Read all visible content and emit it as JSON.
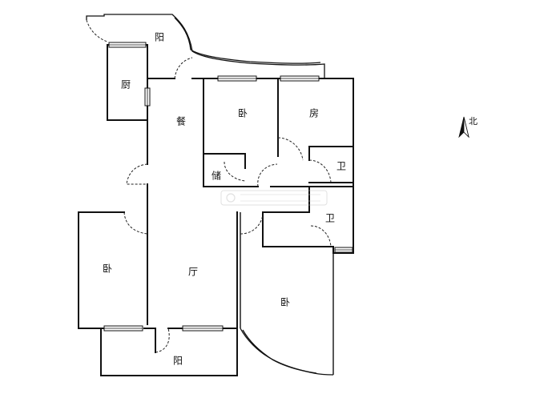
{
  "rooms": {
    "balcony_top": "阳",
    "kitchen": "厨",
    "dining": "餐",
    "bedroom_north": "卧",
    "study": "房",
    "storage": "储",
    "bath_1": "卫",
    "bath_2": "卫",
    "bedroom_west": "卧",
    "living": "厅",
    "bedroom_east": "卧",
    "balcony_bottom": "阳"
  },
  "compass": {
    "label": "北"
  }
}
